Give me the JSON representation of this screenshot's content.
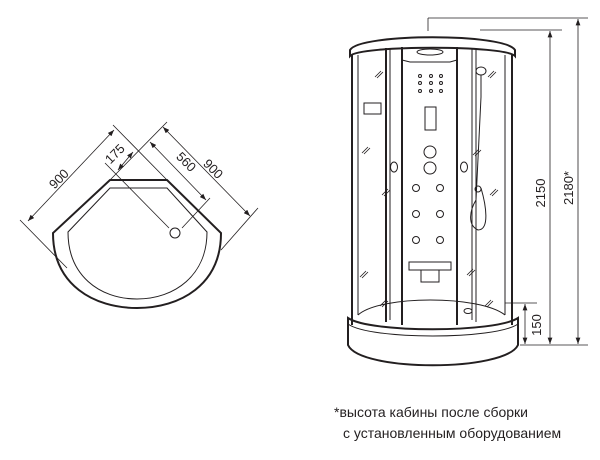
{
  "plan_view": {
    "dim_width_left": "900",
    "dim_width_right": "900",
    "dim_drain_offset": "175",
    "dim_drain_distance": "560"
  },
  "elevation_view": {
    "dim_height_cabin": "2150",
    "dim_height_total": "2180*",
    "dim_tray_height": "150"
  },
  "caption": {
    "line1": "*высота кабины после сборки",
    "line2": "с установленным оборудованием"
  },
  "colors": {
    "line": "#231f20",
    "background": "#ffffff"
  }
}
